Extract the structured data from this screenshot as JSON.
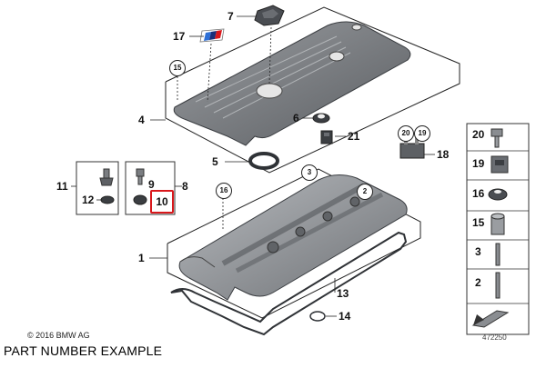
{
  "callouts": {
    "c1": "1",
    "c4": "4",
    "c5": "5",
    "c6": "6",
    "c7": "7",
    "c8": "8",
    "c9": "9",
    "c11": "11",
    "c12": "12",
    "c13": "13",
    "c14": "14",
    "c17": "17",
    "c18": "18",
    "c21": "21"
  },
  "circled": {
    "c2": "2",
    "c3": "3",
    "c15": "15",
    "c16": "16",
    "c19": "19",
    "c20": "20"
  },
  "highlight": {
    "label": "10",
    "color": "#d9181c"
  },
  "side_panel": {
    "items": [
      "20",
      "19",
      "16",
      "15",
      "3",
      "2"
    ]
  },
  "copyright": "© 2016 BMW AG",
  "reference_id": "472250",
  "caption": "PART NUMBER EXAMPLE",
  "colors": {
    "part_gray": "#8a8d91",
    "part_dark": "#5d6064",
    "lines": "#222222",
    "accent": "#d9181c"
  }
}
